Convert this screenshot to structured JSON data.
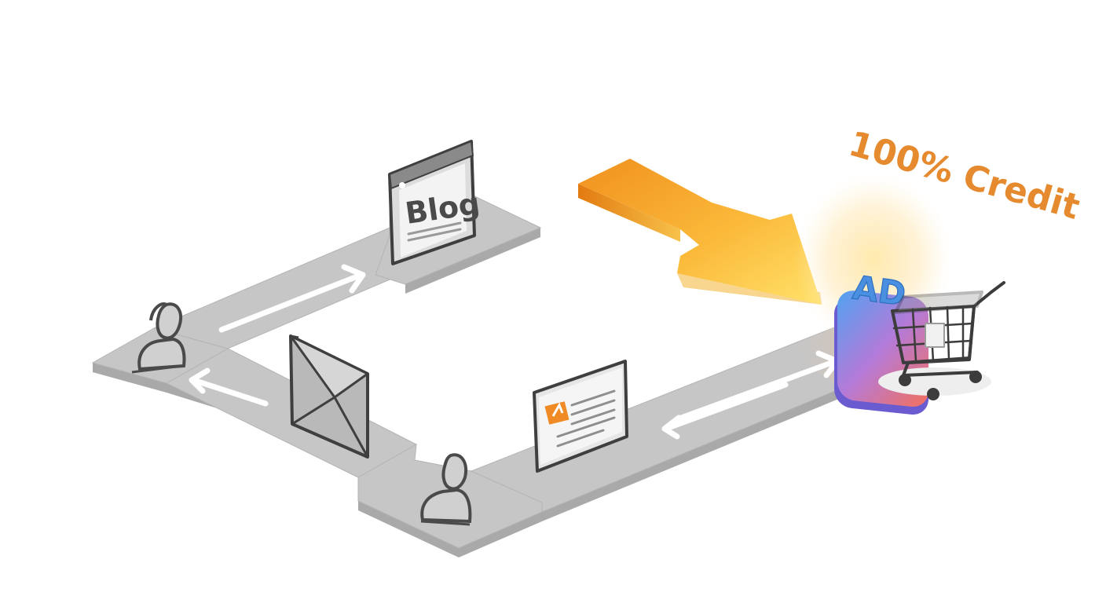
{
  "blog_card": {
    "label": "Blog",
    "icon": "blog-page-icon"
  },
  "ad_tile": {
    "label": "AD",
    "icon": "ad-badge-icon",
    "gradient_from": "#5aa8f0",
    "gradient_to": "#f27a5a"
  },
  "credit_label": {
    "text": "100% Credit",
    "color": "#e58a2e"
  },
  "big_arrow": {
    "icon": "credit-arrow-icon",
    "color_from": "#f0901e",
    "color_to": "#ffd84a"
  },
  "icons": {
    "user_left": "user-icon",
    "user_bottom": "user-icon",
    "email": "envelope-icon",
    "document": "document-icon",
    "cart": "shopping-cart-icon"
  },
  "path_color": "#c6c6c6"
}
